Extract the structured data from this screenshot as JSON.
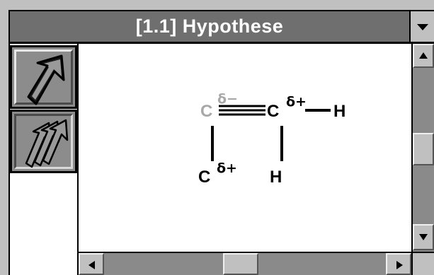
{
  "window": {
    "title": "[1.1] Hypothese"
  },
  "toolbar": {
    "buttons": [
      {
        "name": "single-arrow",
        "icon": "single-arrow-icon",
        "state": "raised"
      },
      {
        "name": "multi-arrow",
        "icon": "triple-arrow-icon",
        "state": "pressed"
      }
    ]
  },
  "molecule": {
    "atoms": [
      {
        "id": "c1",
        "label": "C",
        "color": "#a8a8a8",
        "charge": "δ−",
        "charge_color": "#a8a8a8"
      },
      {
        "id": "c2",
        "label": "C",
        "color": "#000000",
        "charge": "δ+",
        "charge_color": "#000000"
      },
      {
        "id": "h1",
        "label": "H",
        "color": "#000000"
      },
      {
        "id": "c3",
        "label": "C",
        "color": "#000000",
        "charge": "δ+",
        "charge_color": "#000000"
      },
      {
        "id": "h2",
        "label": "H",
        "color": "#000000"
      }
    ],
    "bonds": [
      {
        "from": "c1",
        "to": "c2",
        "order": 3
      },
      {
        "from": "c2",
        "to": "h1",
        "order": 1
      },
      {
        "from": "c1",
        "to": "c3",
        "order": 1
      },
      {
        "from": "c2",
        "to": "h2",
        "order": 1
      }
    ]
  },
  "colors": {
    "title_bar": "#6f6f6f",
    "chrome": "#c0c0c0",
    "canvas": "#ffffff",
    "dimmed_atom": "#a8a8a8"
  }
}
